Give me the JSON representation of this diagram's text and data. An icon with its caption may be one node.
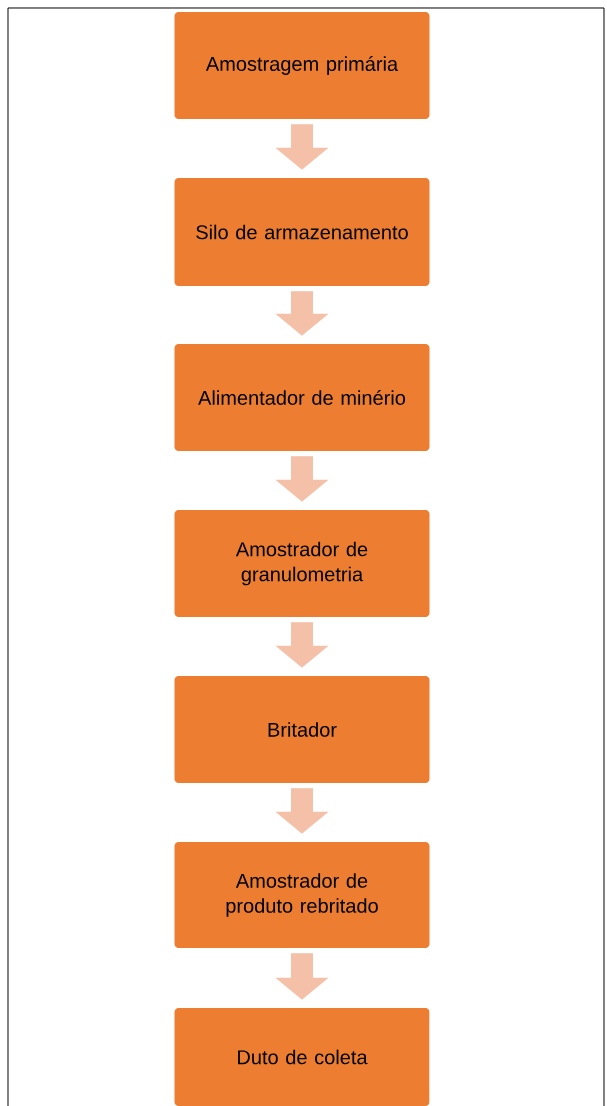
{
  "diagram": {
    "nodes": [
      {
        "text": [
          "Amostragem primária"
        ]
      },
      {
        "text": [
          "Silo de armazenamento"
        ]
      },
      {
        "text": [
          "Alimentador de minério"
        ]
      },
      {
        "text": [
          "Amostrador de granulometria"
        ]
      },
      {
        "text": [
          "Britador"
        ]
      },
      {
        "text": [
          "Amostrador de produto rebritado"
        ]
      },
      {
        "text": [
          "Duto de coleta"
        ]
      }
    ],
    "edges": [
      {
        "from": 0,
        "to": 1,
        "arrow": "to"
      },
      {
        "from": 1,
        "to": 2,
        "arrow": "to"
      },
      {
        "from": 2,
        "to": 3,
        "arrow": "to"
      },
      {
        "from": 3,
        "to": 4,
        "arrow": "to"
      },
      {
        "from": 4,
        "to": 5,
        "arrow": "to"
      },
      {
        "from": 5,
        "to": 6,
        "arrow": "to"
      }
    ]
  }
}
